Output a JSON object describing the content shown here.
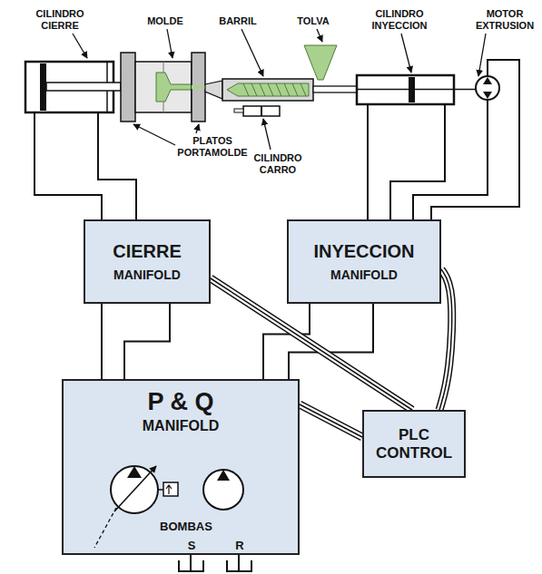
{
  "diagram": {
    "nodes": [
      {
        "text": [
          "CIERRE",
          "MANIFOLD"
        ]
      },
      {
        "text": [
          "INYECCION",
          "MANIFOLD"
        ]
      },
      {
        "text": [
          "P & Q",
          "MANIFOLD"
        ]
      },
      {
        "text": [
          "PLC CONTROL"
        ]
      }
    ],
    "edges": [
      {
        "from": 0,
        "to": 2,
        "arrow": "none"
      },
      {
        "from": 0,
        "to": 2,
        "arrow": "none"
      },
      {
        "from": 1,
        "to": 2,
        "arrow": "none"
      },
      {
        "from": 1,
        "to": 2,
        "arrow": "none"
      },
      {
        "from": 0,
        "to": 3,
        "arrow": "none"
      },
      {
        "from": 1,
        "to": 3,
        "arrow": "none"
      },
      {
        "from": 2,
        "to": 3,
        "arrow": "none"
      }
    ],
    "labels": [
      "CILINDRO CIERRE",
      "MOLDE",
      "BARRIL",
      "TOLVA",
      "CILINDRO INYECCION",
      "MOTOR EXTRUSION",
      "PLATOS PORTAMOLDE",
      "CILINDRO CARRO",
      "BOMBAS",
      "S",
      "R"
    ]
  }
}
